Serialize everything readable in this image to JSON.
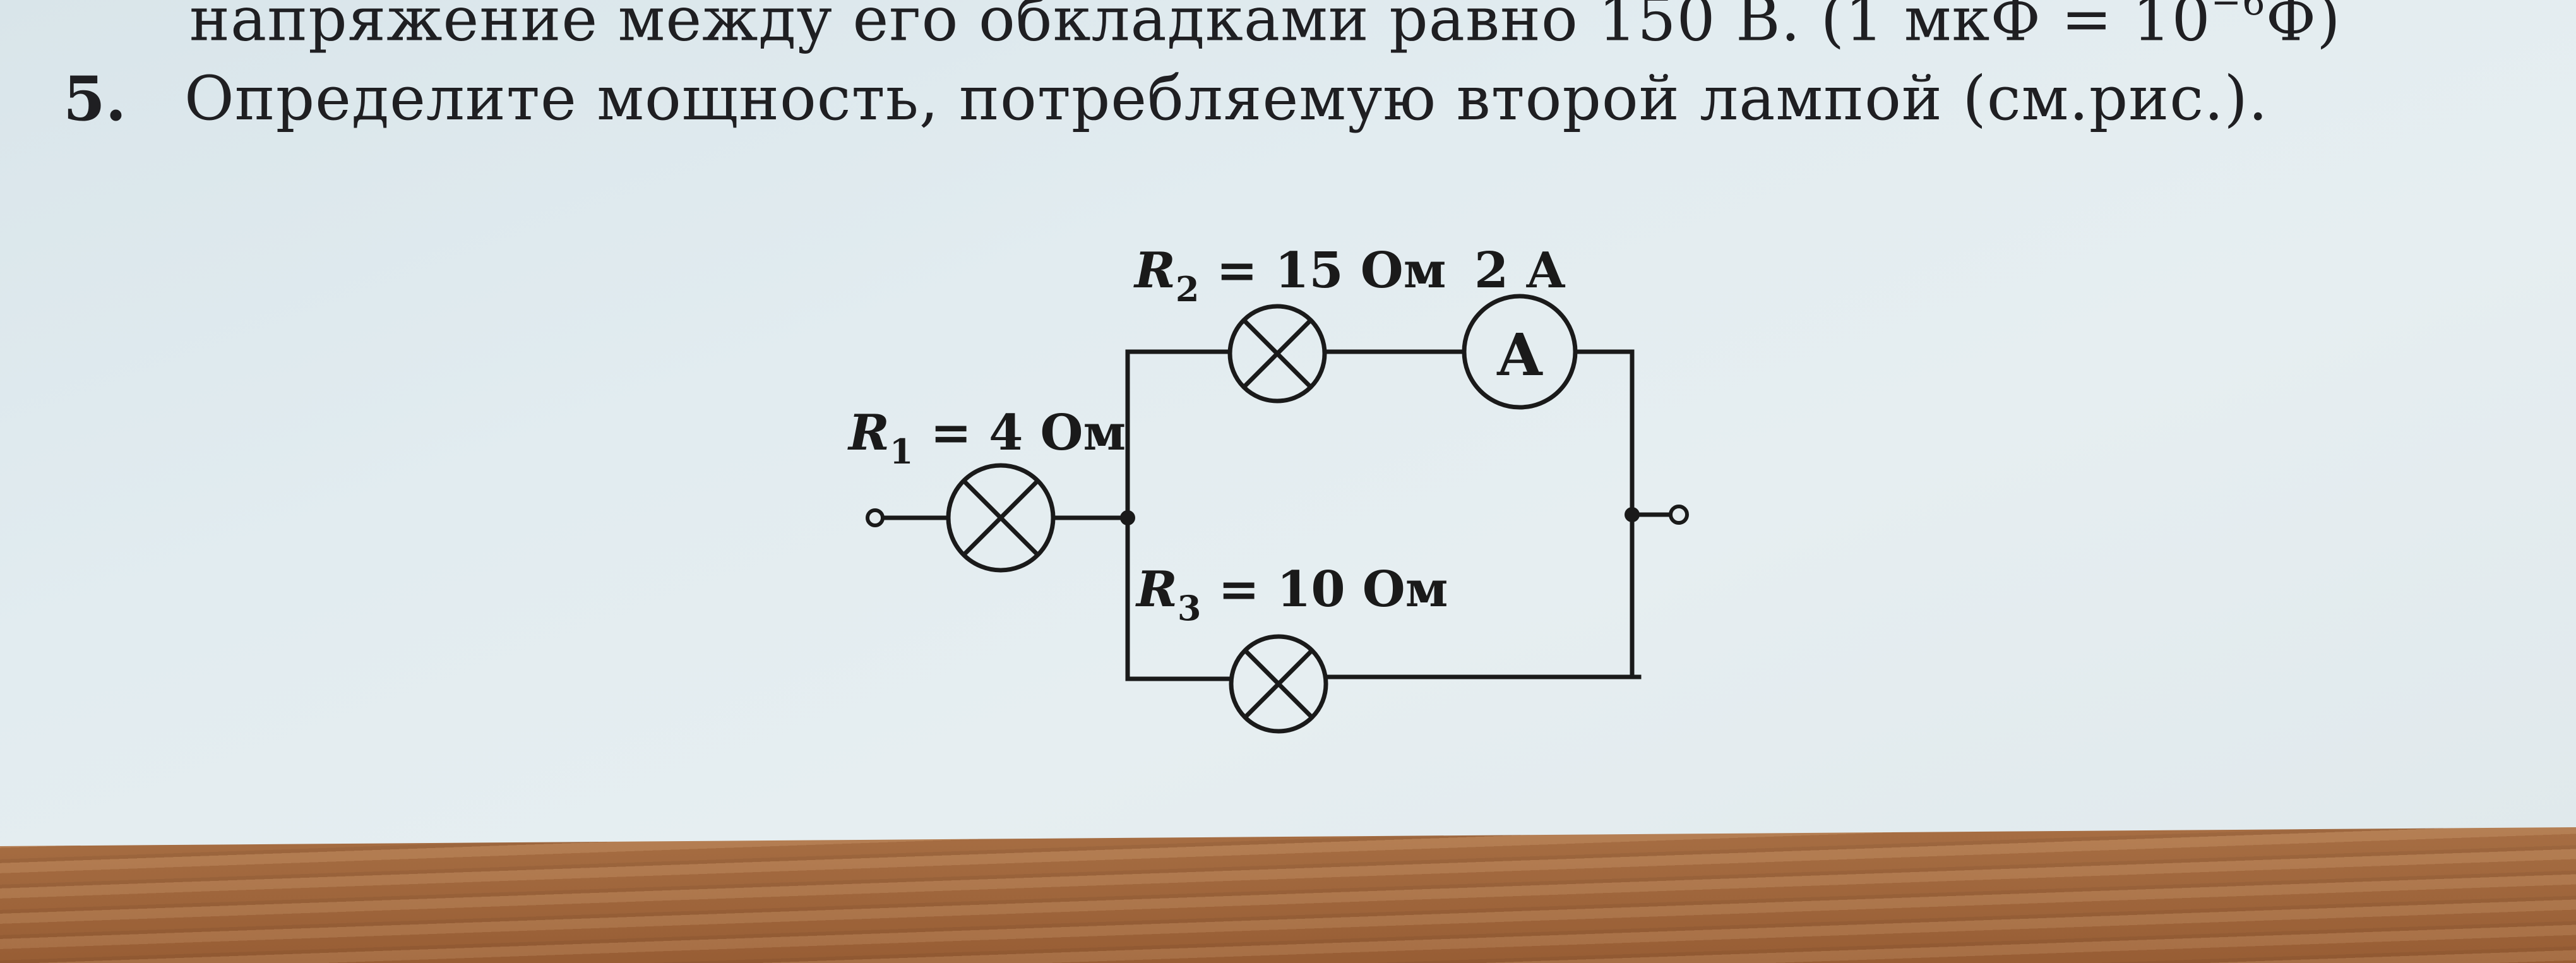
{
  "text": {
    "prev_line_main": "напряжение между его обкладками равно 150 В. (1 мкФ = 10",
    "prev_line_exp": "−6",
    "prev_line_tail": "Ф)",
    "problem_number": "5.",
    "problem_text": "Определите мощность, потребляемую второй лампой (см.рис.)."
  },
  "circuit": {
    "r1_symbol": "R",
    "r1_sub": "1",
    "r1_value": " = 4 Ом",
    "r2_symbol": "R",
    "r2_sub": "2",
    "r2_value": " = 15 Ом",
    "r3_symbol": "R",
    "r3_sub": "3",
    "r3_value": " = 10 Ом",
    "ammeter_reading": "2 А",
    "ammeter_letter": "A"
  }
}
